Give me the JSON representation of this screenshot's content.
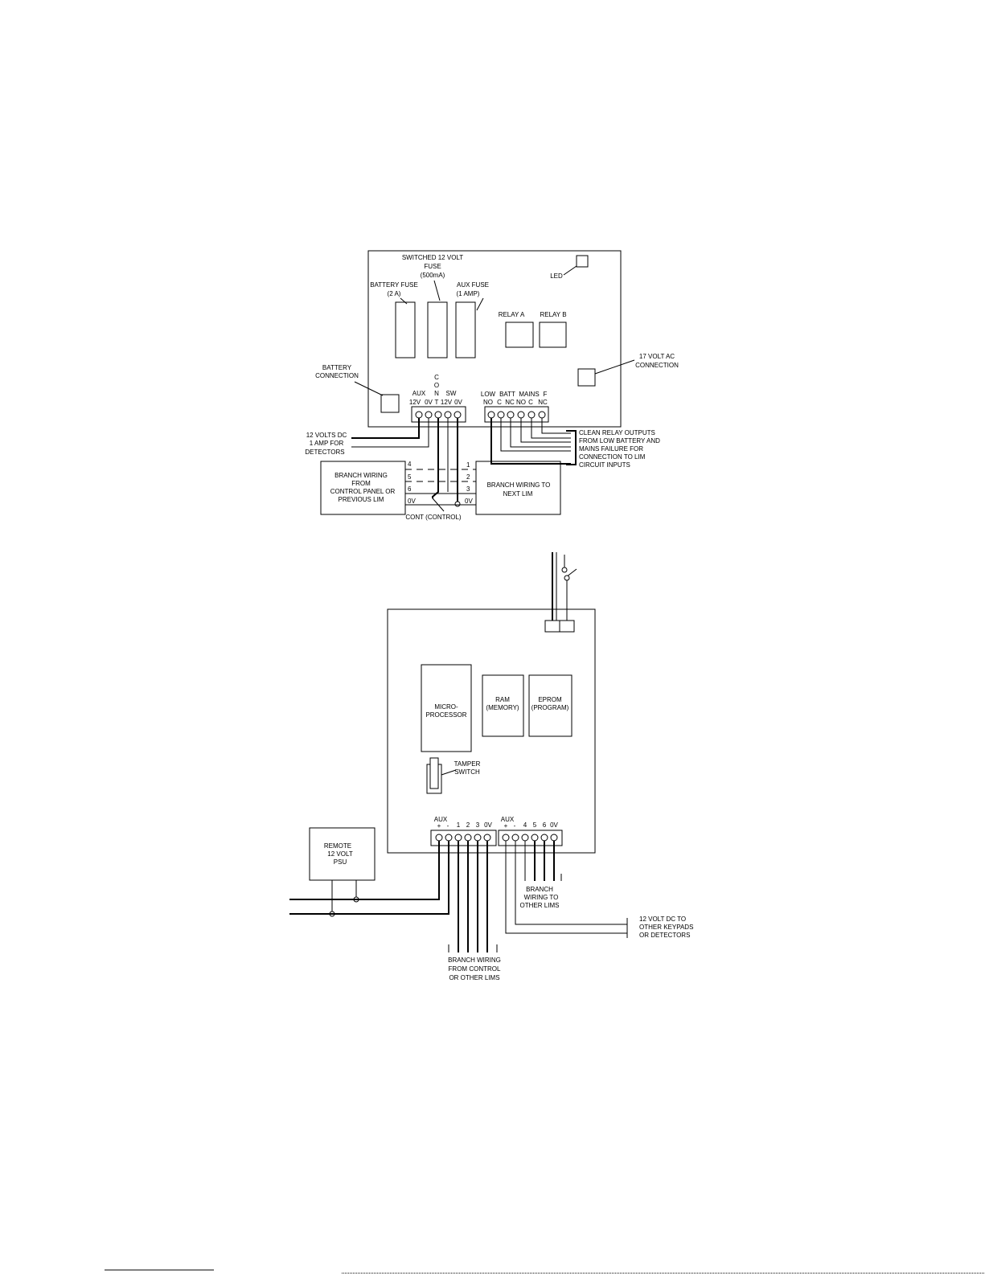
{
  "psu_diagram": {
    "switched_fuse_label": [
      "SWITCHED    12  VOLT",
      "FUSE",
      "(500mA)"
    ],
    "battery_fuse_label": [
      "BATTERY   FUSE",
      "(2 A)"
    ],
    "aux_fuse_label": [
      "AUX  FUSE",
      "(1  AMP)"
    ],
    "led_label": "LED",
    "relay_a_label": "RELAY    A",
    "relay_b_label": "RELAY    B",
    "ac_connection_label": [
      "17  VOLT   AC",
      "CONNECTION"
    ],
    "battery_connection_label": [
      "BATTERY",
      "CONNECTION"
    ],
    "left_terminal_header": {
      "aux": "AUX",
      "cont": [
        "C",
        "O",
        "N",
        "T"
      ],
      "sw": "SW",
      "pins": [
        "12V",
        "0V",
        "12V",
        "0V"
      ]
    },
    "right_terminal_header": {
      "low": "LOW",
      "batt": "BATT",
      "mains": "MAINS",
      "f": "F",
      "pins": [
        "NO",
        "C",
        "NC",
        "NO",
        "C",
        "NC"
      ]
    },
    "detector_label": [
      "12  VOLTS   DC",
      "1  AMP  FOR",
      "DETECTORS"
    ],
    "relay_outputs_label": [
      "CLEAN   RELAY  OUTPUTS",
      "FROM  LOW  BATTERY   AND",
      "MAINS  FAILURE   FOR",
      "CONNECTION     TO  LIM",
      "CIRCUIT   INPUTS"
    ],
    "branch_from_label": [
      "BRANCH    WIRING",
      "FROM",
      "CONTROL    PANEL    OR",
      "PREVIOUS    LIM"
    ],
    "branch_to_label": [
      "BRANCH  WIRING  TO",
      "NEXT  LIM"
    ],
    "branch_from_pins": [
      "4",
      "5",
      "6",
      "0V"
    ],
    "branch_to_pins": [
      "1",
      "2",
      "3",
      "0V"
    ],
    "cont_control_label": "CONT   (CONTROL)"
  },
  "keypad_diagram": {
    "microprocessor_label": [
      "MICRO-",
      "PROCESSOR"
    ],
    "ram_label": [
      "RAM",
      "(MEMORY)"
    ],
    "eprom_label": [
      "EPROM",
      "(PROGRAM)"
    ],
    "tamper_label": [
      "TAMPER",
      "SWITCH"
    ],
    "left_terminal_header": {
      "aux": "AUX",
      "pins": [
        "+",
        "-",
        "1",
        "2",
        "3",
        "0V"
      ]
    },
    "right_terminal_header": {
      "aux": "AUX",
      "pins": [
        "+",
        "-",
        "4",
        "5",
        "6",
        "0V"
      ]
    },
    "psu_label": [
      "REMOTE",
      "12  VOLT",
      "PSU"
    ],
    "branch_to_others_label": [
      "BRANCH",
      "WIRING    TO",
      "OTHER    LIMS"
    ],
    "dc_to_others_label": [
      "12  VOLT   DC  TO",
      "OTHER    KEYPADS",
      "OR  DETECTORS"
    ],
    "branch_from_control_label": [
      "BRANCH    WIRING",
      "FROM   CONTROL",
      "OR  OTHER   LIMS"
    ]
  }
}
